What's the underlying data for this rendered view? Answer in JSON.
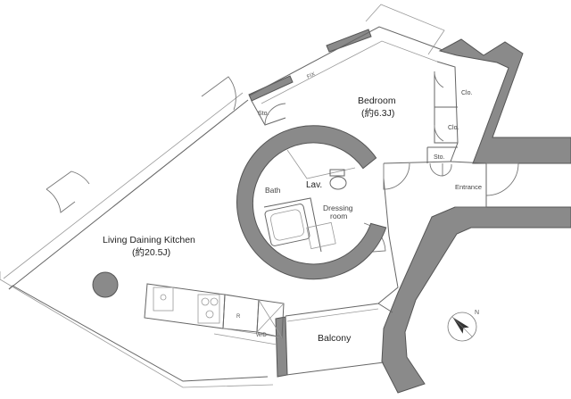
{
  "rooms": {
    "living": {
      "name": "Living Daining Kitchen",
      "size": "(約20.5J)"
    },
    "bedroom": {
      "name": "Bedroom",
      "size": "(約6.3J)"
    },
    "lav": {
      "name": "Lav."
    },
    "bath": {
      "name": "Bath"
    },
    "dressing": {
      "line1": "Dressing",
      "line2": "room"
    },
    "balcony": {
      "name": "Balcony"
    },
    "entrance": {
      "name": "Entrance"
    },
    "sto_upper": {
      "name": "Sto."
    },
    "sto_right": {
      "name": "Sto."
    },
    "clo1": {
      "name": "Clo."
    },
    "clo2": {
      "name": "Clo."
    }
  },
  "annotations": {
    "fix": "FIX",
    "refrigerator": "R",
    "washer": "W/D"
  },
  "compass": {
    "north": "N"
  },
  "colors": {
    "wall": "#8a8a8a",
    "line": "#666666",
    "background": "#ffffff"
  }
}
